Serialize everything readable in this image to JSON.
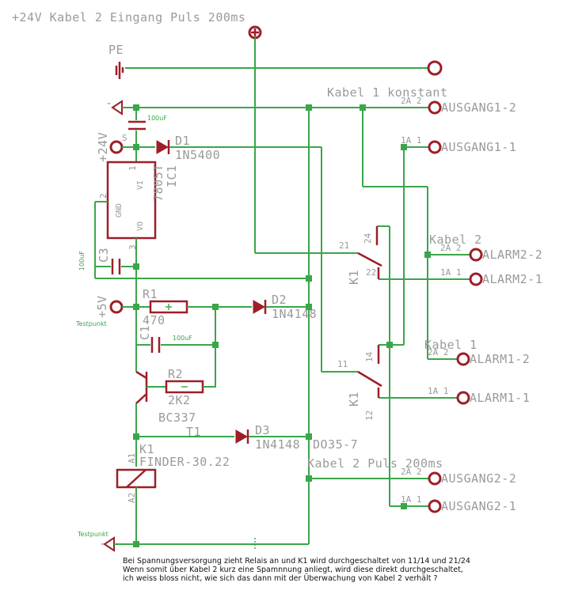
{
  "title": "+24V Kabel 2 Eingang Puls 200ms",
  "net_labels": {
    "pe": "PE",
    "gnd_top": "-",
    "gnd_bottom": "-",
    "v24": "+24V",
    "v5": "+5V",
    "kabel1_konstant": "Kabel 1 konstant",
    "kabel2": "Kabel 2",
    "kabel1": "Kabel 1",
    "kabel2_puls": "Kabel 2 Puls 200ms"
  },
  "components": {
    "d1": {
      "name": "D1",
      "value": "1N5400"
    },
    "ic1": {
      "name": "IC1",
      "value": "7805T",
      "pins": [
        "VI",
        "GND",
        "VO"
      ]
    },
    "c_top": {
      "value": "100uF"
    },
    "c3": {
      "name": "C3",
      "value": "100uF"
    },
    "r1": {
      "name": "R1",
      "value": "470"
    },
    "d2": {
      "name": "D2",
      "value": "1N4148"
    },
    "c1": {
      "name": "C1",
      "value": "100uF"
    },
    "r2": {
      "name": "R2",
      "value": "2K2"
    },
    "t1": {
      "name": "T1",
      "value": "BC337"
    },
    "d3": {
      "name": "D3",
      "value": "1N4148"
    },
    "k1": {
      "name": "K1",
      "value": "FINDER-30.22",
      "pins": [
        "A1",
        "A2"
      ]
    },
    "k1_sw_a": {
      "name": "K1",
      "pins": [
        "21",
        "22",
        "24"
      ]
    },
    "k1_sw_b": {
      "name": "K1",
      "pins": [
        "11",
        "12",
        "14"
      ]
    },
    "do35": {
      "value": "DO35-7"
    }
  },
  "connectors": [
    {
      "label": "AUSGANG1-2",
      "pin": "2A 2"
    },
    {
      "label": "AUSGANG1-1",
      "pin": "1A 1"
    },
    {
      "label": "ALARM2-2",
      "pin": "2A 2"
    },
    {
      "label": "ALARM2-1",
      "pin": "1A 1"
    },
    {
      "label": "ALARM1-2",
      "pin": "2A 2"
    },
    {
      "label": "ALARM1-1",
      "pin": "1A 1"
    },
    {
      "label": "AUSGANG2-2",
      "pin": "2A 2"
    },
    {
      "label": "AUSGANG2-1",
      "pin": "1A 1"
    }
  ],
  "testpoints": [
    "Testpunkt",
    "Testpunkt"
  ],
  "pin_numbers": {
    "s": "S",
    "one": "1",
    "two": "2",
    "three": "3"
  },
  "note": [
    "Bei Spannungsversorgung zieht Relais an und K1 wird durchgeschaltet von 11/14 und 21/24",
    "Wenn somit über Kabel 2 kurz eine Spamnnung anliegt, wird diese direkt durchgeschaltet,",
    "ich weiss bloss nicht, wie sich das dann mit der Überwachung von Kabel 2 verhält ?"
  ],
  "colors": {
    "wire": "#3aa64a",
    "part": "#9e1e28",
    "label": "#9a9a9a",
    "background": "#ffffff"
  }
}
